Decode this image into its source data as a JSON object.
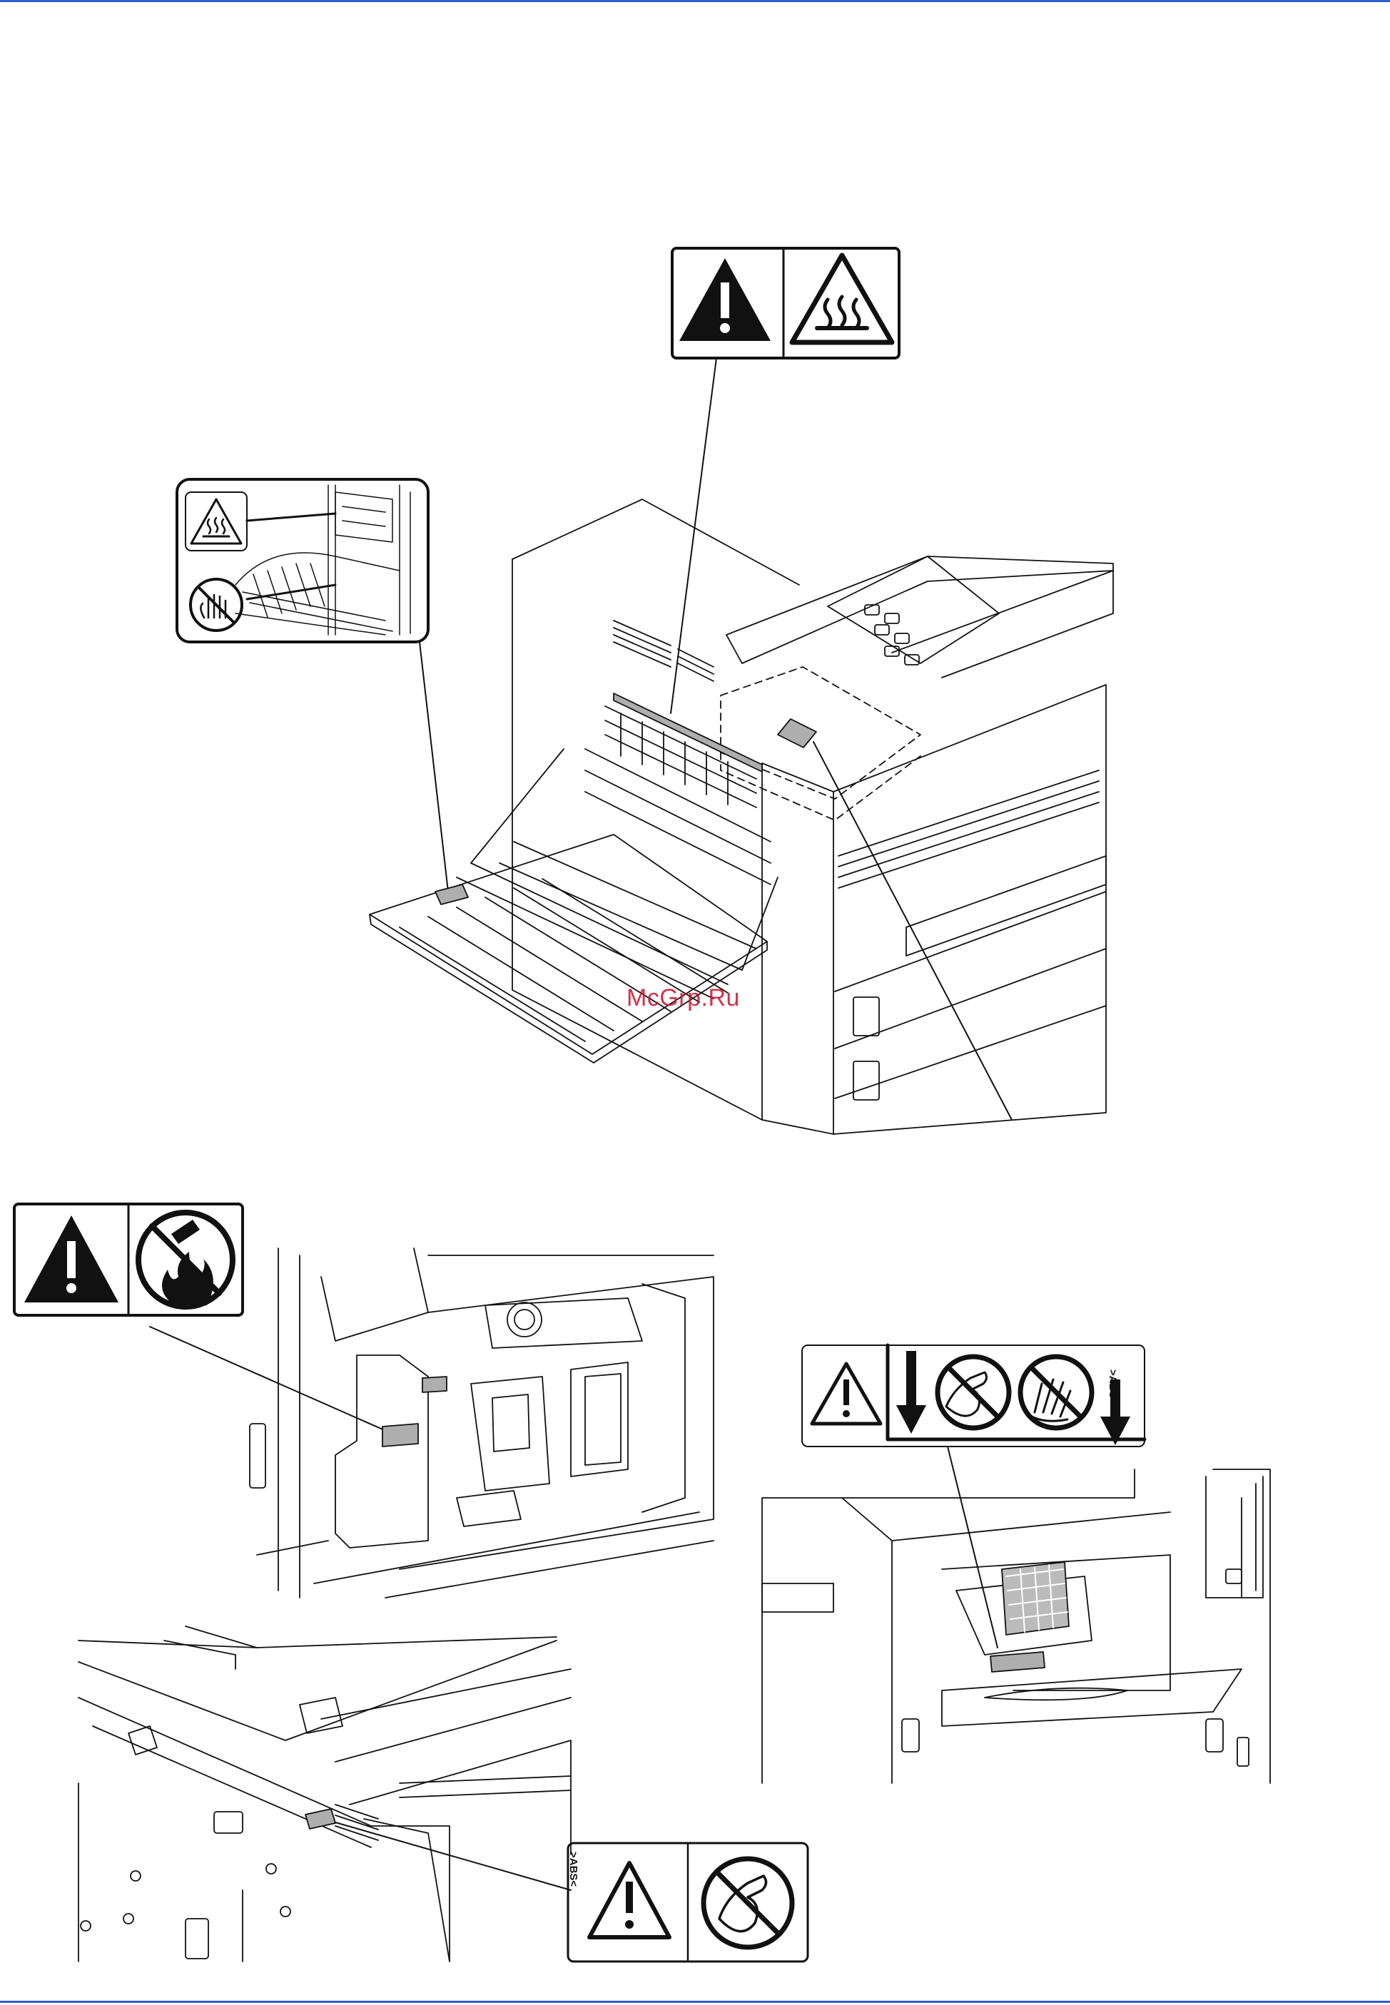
{
  "page": {
    "watermark": "McGrp.Ru",
    "colors": {
      "rule": "#2f5fd0",
      "watermark": "#c8102e",
      "ink": "#111111",
      "highlight": "#aeaeae"
    }
  },
  "labels": [
    {
      "id": "fuser-label",
      "icons": [
        "warning-icon",
        "hot-surface-icon"
      ]
    },
    {
      "id": "paper-path-label",
      "icons": [
        "hot-surface-icon",
        "no-touch-icon"
      ]
    },
    {
      "id": "toner-label",
      "icons": [
        "warning-icon",
        "no-fire-icon"
      ]
    },
    {
      "id": "finger-pinch-label-right",
      "icons": [
        "warning-icon",
        "down-arrow-icon",
        "no-finger-icon",
        "no-hand-icon",
        "down-arrow-icon"
      ],
      "marking": ">ABS<"
    },
    {
      "id": "finger-pinch-label-bottom",
      "icons": [
        "warning-icon",
        "no-finger-icon"
      ],
      "marking": ">ABS<"
    }
  ]
}
